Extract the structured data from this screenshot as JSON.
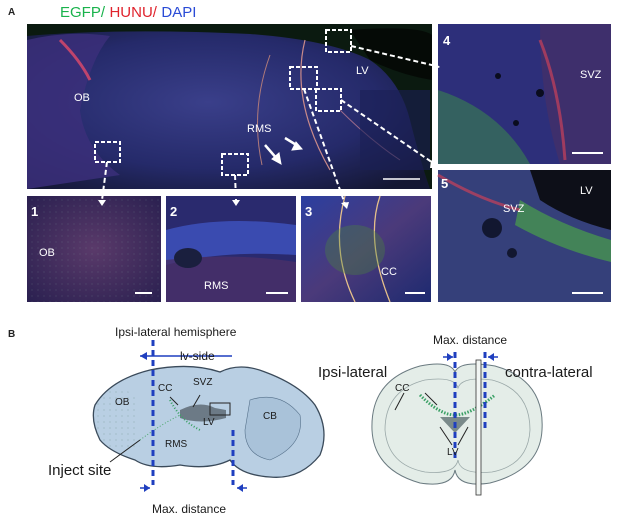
{
  "panel_a": {
    "letter": "A",
    "legend": {
      "egfp": "EGFP/",
      "hunu": "HUNU/",
      "dapi": "DAPI"
    },
    "overview_labels": {
      "ob": "OB",
      "rms": "RMS",
      "lv": "LV"
    },
    "insets": [
      {
        "number": "1",
        "label": "OB"
      },
      {
        "number": "2",
        "label": "RMS"
      },
      {
        "number": "3",
        "label": "CC"
      },
      {
        "number": "4",
        "label": "SVZ"
      },
      {
        "number": "5",
        "label": "SVZ",
        "label2": "LV"
      }
    ]
  },
  "panel_b": {
    "letter": "B",
    "sagittal": {
      "hemisphere_title": "Ipsi-lateral hemisphere",
      "side_label": "lv-side",
      "labels": {
        "ob": "OB",
        "cc": "CC",
        "svz": "SVZ",
        "lv": "LV",
        "cb": "CB",
        "rms": "RMS"
      },
      "inject_site": "Inject site",
      "max_distance": "Max. distance"
    },
    "coronal": {
      "max_distance": "Max. distance",
      "ipsi": "Ipsi-lateral",
      "contra": "contra-lateral",
      "cc": "CC",
      "lv": "LV"
    }
  },
  "colors": {
    "egfp": "#19b34c",
    "hunu": "#e0232d",
    "dapi": "#2a4bd6",
    "guide": "#1f3fbf"
  }
}
